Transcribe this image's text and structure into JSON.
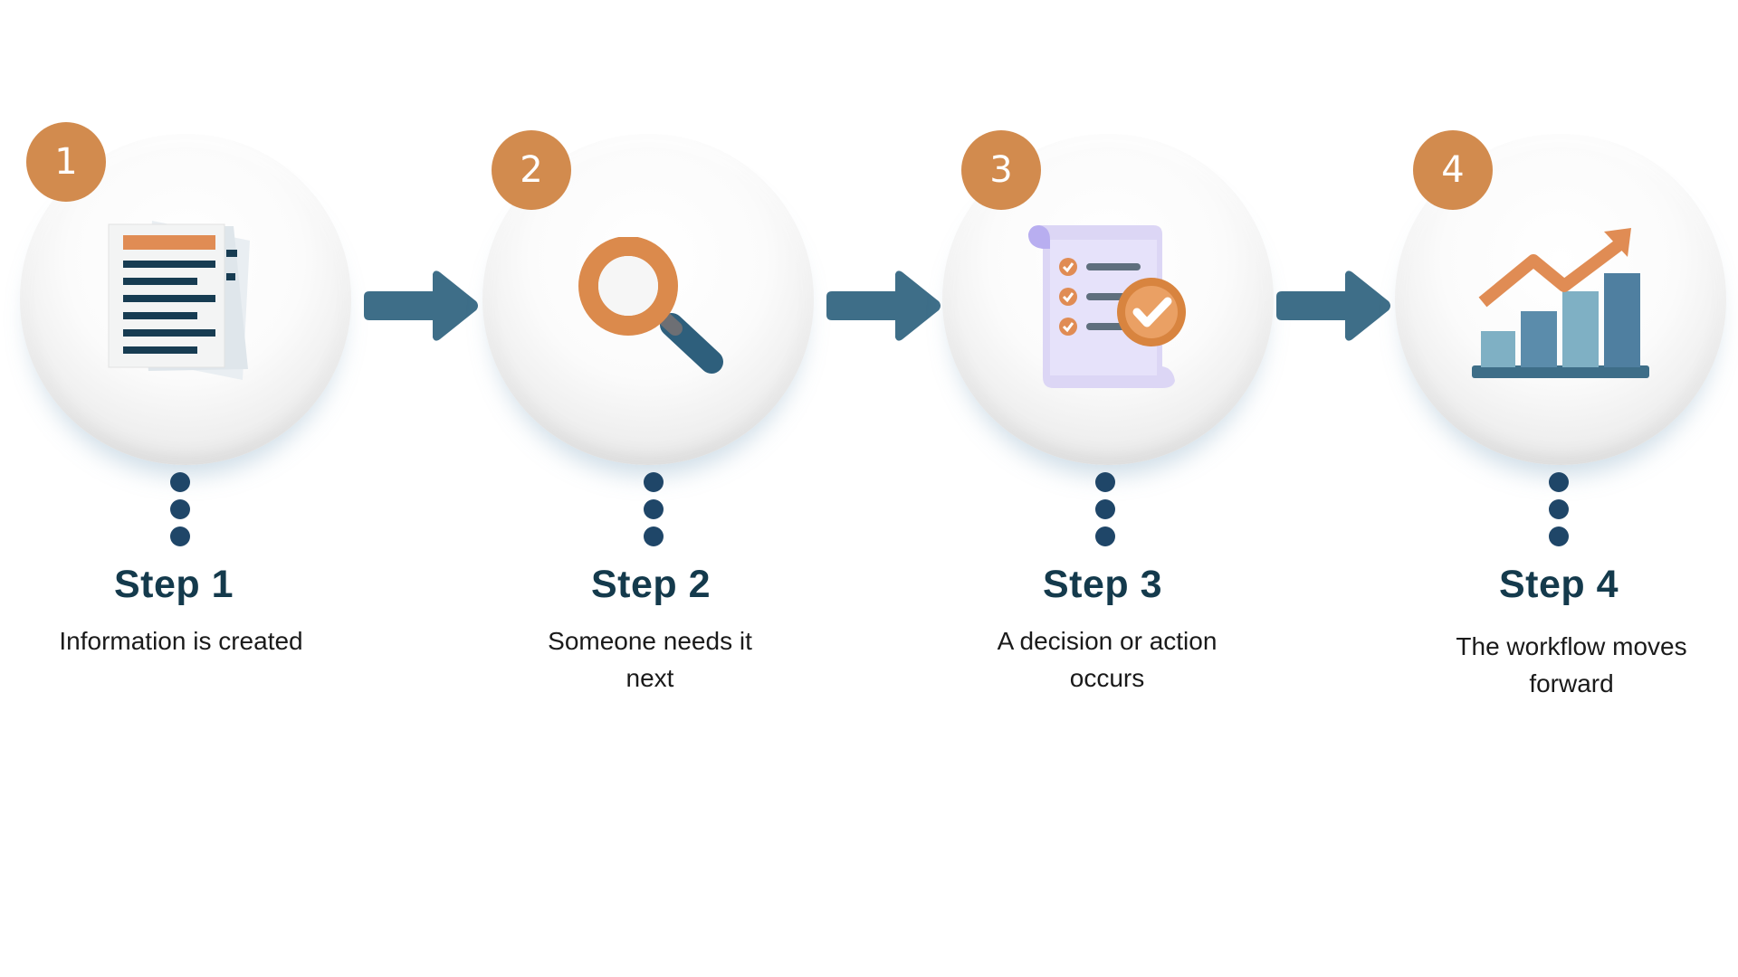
{
  "steps": [
    {
      "number": "1",
      "title": "Step 1",
      "description": "Information is created",
      "icon": "document-icon"
    },
    {
      "number": "2",
      "title": "Step 2",
      "description": "Someone needs it next",
      "icon": "magnifier-icon"
    },
    {
      "number": "3",
      "title": "Step 3",
      "description": "A decision or action occurs",
      "icon": "checklist-icon"
    },
    {
      "number": "4",
      "title": "Step 4",
      "description": "The workflow moves forward",
      "icon": "growth-chart-icon"
    }
  ],
  "colors": {
    "badge": "#d28b4e",
    "arrow": "#3e6e88",
    "dots": "#1f4668",
    "title": "#143a4c",
    "text": "#1a1a1a"
  }
}
